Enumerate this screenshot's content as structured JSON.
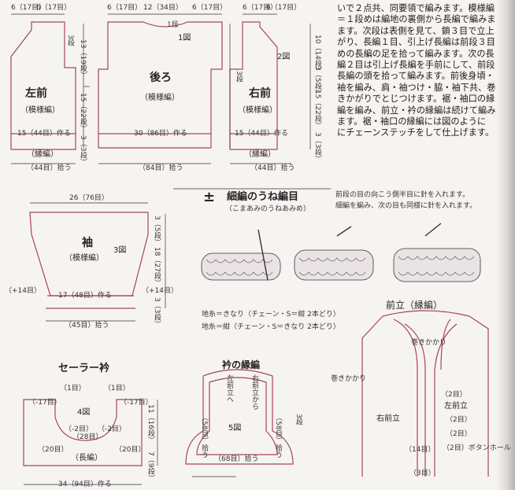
{
  "instructions": {
    "lines": [
      "いで２点共、同要領で編みます。模様編",
      "＝１段めは編地の裏側から長編で編みま",
      "ます。次段は表側を見て、鎖３目で立上",
      "がり、長編１目、引上げ長編は前段３目",
      "めの長編の足を拾って編みます。次の長",
      "編２目は引上げ長編を手前にして、前段",
      "長編の頭を拾って編みます。前後身頃・",
      "袖を編み、肩・袖つけ・脇・袖下共、巻",
      "きかがりでとじつけます。裾・袖口の縁",
      "編を編み、前立・衿の縁編は続けて編み",
      "ます。裾・袖口の縁編には図のように",
      "にチェーンステッチをして仕上げます。"
    ]
  },
  "left_front": {
    "label": "左前",
    "pattern": "（模様編）",
    "top_w1": "6（17目）",
    "top_w2": "6（17目）",
    "depth": "3段",
    "h1": "13（19段）",
    "h2": "15（22段）",
    "h3": "3（3段）",
    "cast_on": "15（44目）作る",
    "edging": "（縁編）",
    "pick": "（44目）拾う"
  },
  "back": {
    "num": "1図",
    "label": "後ろ",
    "pattern": "（模様編）",
    "top_left": "6（17目）",
    "top_mid": "12（34目）",
    "top_right": "6（17目）",
    "neck_depth": "1段",
    "h1": "13（19段）",
    "h2": "15（22段）",
    "cast_on": "30（86目）作る",
    "pick": "（84目）拾う"
  },
  "right_front": {
    "num": "2図",
    "label": "右前",
    "pattern": "（模様編）",
    "top_w1": "6（17目）",
    "top_w2": "6（17目）",
    "h1": "10（14段）",
    "h2": "3（5段）",
    "h3": "15（22段）",
    "depth": "3段",
    "bottom_h": "3（3段）",
    "cast_on": "15（44目）作る",
    "edging": "（縁編）",
    "pick": "（44目）拾う"
  },
  "sleeve": {
    "num": "3図",
    "label": "袖",
    "pattern": "（模様編）",
    "top_w": "26（76目）",
    "h_top": "3（5段）",
    "h_mid": "18（27段）",
    "h_bot": "3（3段）",
    "inc_left": "（+14目）",
    "inc_right": "（+14目）",
    "cast_on": "17（48目）作る",
    "pick": "（45目）拾う"
  },
  "stitch_chart": {
    "symbol": "±",
    "title": "細編のうね編目",
    "reading": "（こまあみのうねあみめ）",
    "desc1": "前段の目の向こう側半目に針を入れます。",
    "desc2": "細編を編み、次の目も同様に針を入れます。",
    "yarn1": "地糸＝きなり（チェーン・S＝紺 2本どり）",
    "yarn2": "地糸＝紺（チェーン・S＝きなり 2本どり）"
  },
  "sailor_collar": {
    "title": "セーラー衿",
    "num": "4図",
    "mark1": "（1目）",
    "mark2": "（1目）",
    "side_l": "（-17目）",
    "side_r": "（-17目）",
    "inner1": "（-2目）",
    "inner2": "（-2目）",
    "mid": "（28目）",
    "left20": "（20目）",
    "right20": "（20目）",
    "stitch": "（長編）",
    "h1": "11（16段）",
    "h2": "7（9段）",
    "bottom_cut": "34（94目）作る"
  },
  "collar_edging": {
    "title": "衿の縁編",
    "num": "5図",
    "left_front_label": "左前立へ",
    "right_front_label": "右前立から",
    "pick58a": "（58目）拾う",
    "pick58b": "（58目）拾う",
    "pick68": "（68目）拾う",
    "rows": "3段"
  },
  "front_band": {
    "title": "前立（縁編）",
    "whip1": "巻きかかり",
    "whip2": "巻きかかり",
    "right_front": "右前立",
    "left_front": "左前立",
    "n2a": "（2目）",
    "n2b": "（2目）",
    "n2c": "（2目）",
    "n14": "（14目）",
    "n3": "（3目）",
    "buttonhole": "（2目）ボタンホール"
  }
}
